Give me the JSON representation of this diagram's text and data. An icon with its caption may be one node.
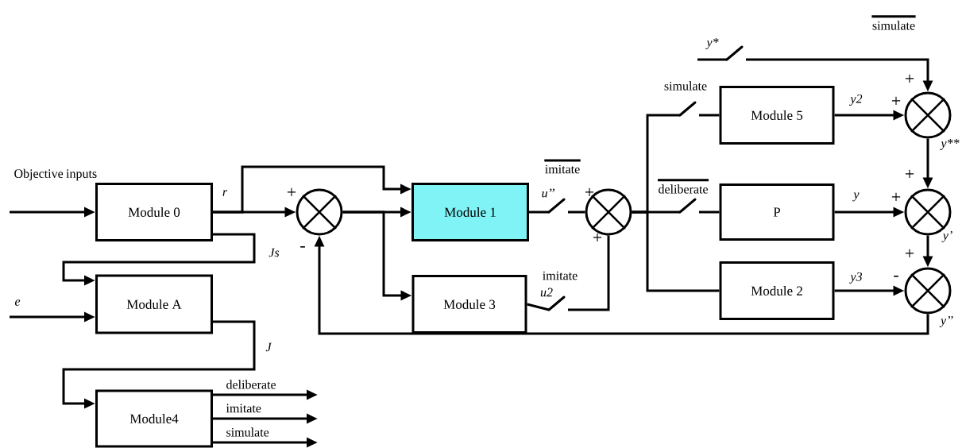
{
  "diagram": {
    "nodes": [
      {
        "text": [
          "Module 0"
        ]
      },
      {
        "text": [
          "Module A"
        ]
      },
      {
        "text": [
          "Module4"
        ]
      },
      {
        "text": [],
        "shape": "circle",
        "beside": [
          "+",
          "-"
        ]
      },
      {
        "text": [
          "Module 1"
        ]
      },
      {
        "text": [
          "Module 3"
        ]
      },
      {
        "text": [],
        "shape": "circle",
        "beside": [
          "+",
          "+"
        ]
      },
      {
        "text": [
          "Module 5"
        ]
      },
      {
        "text": [
          "P"
        ]
      },
      {
        "text": [
          "Module 2"
        ]
      },
      {
        "text": [],
        "shape": "circle",
        "beside": [
          "+",
          "+"
        ]
      },
      {
        "text": [],
        "shape": "circle",
        "beside": [
          "+",
          "+"
        ]
      },
      {
        "text": [],
        "shape": "circle",
        "beside": [
          "+",
          "-"
        ]
      },
      {
        "text": [],
        "shape": "switch",
        "beside": [
          "imitate"
        ]
      },
      {
        "text": [],
        "shape": "switch",
        "beside": [
          "imitate"
        ]
      },
      {
        "text": [],
        "shape": "switch",
        "beside": [
          "simulate"
        ]
      },
      {
        "text": [],
        "shape": "switch",
        "beside": [
          "deliberate"
        ]
      },
      {
        "text": [],
        "shape": "switch"
      }
    ],
    "edges": [
      {
        "from": null,
        "to": 0,
        "arrow": "to",
        "label": "Objective inputs"
      },
      {
        "from": 0,
        "to": 3,
        "arrow": "to",
        "label": "r"
      },
      {
        "from": 0,
        "to": 4,
        "arrow": "to"
      },
      {
        "from": 0,
        "to": 1,
        "arrow": "to",
        "label": "Js"
      },
      {
        "from": null,
        "to": 1,
        "arrow": "to",
        "label": "e"
      },
      {
        "from": 1,
        "to": 2,
        "arrow": "to",
        "label": "J"
      },
      {
        "from": 2,
        "to": null,
        "arrow": "to",
        "label": "deliberate"
      },
      {
        "from": 2,
        "to": null,
        "arrow": "to",
        "label": "imitate"
      },
      {
        "from": 2,
        "to": null,
        "arrow": "to",
        "label": "simulate"
      },
      {
        "from": 3,
        "to": 4,
        "arrow": "to"
      },
      {
        "from": 3,
        "to": 5,
        "arrow": "to"
      },
      {
        "from": 4,
        "to": 13,
        "arrow": "none",
        "label": "u’’"
      },
      {
        "from": 13,
        "to": 6,
        "arrow": "none"
      },
      {
        "from": 5,
        "to": 14,
        "arrow": "none",
        "label": "u2"
      },
      {
        "from": 14,
        "to": 6,
        "arrow": "none"
      },
      {
        "from": 6,
        "to": 15,
        "arrow": "none"
      },
      {
        "from": 15,
        "to": 7,
        "arrow": "none"
      },
      {
        "from": 6,
        "to": 16,
        "arrow": "none"
      },
      {
        "from": 16,
        "to": 8,
        "arrow": "none"
      },
      {
        "from": 6,
        "to": 9,
        "arrow": "none"
      },
      {
        "from": 7,
        "to": 10,
        "arrow": "to",
        "label": "y2"
      },
      {
        "from": 8,
        "to": 11,
        "arrow": "to",
        "label": "y"
      },
      {
        "from": 9,
        "to": 12,
        "arrow": "to",
        "label": "y3"
      },
      {
        "from": null,
        "to": 17,
        "arrow": "none",
        "label": "y*"
      },
      {
        "from": 17,
        "to": 10,
        "arrow": "to"
      },
      {
        "from": 10,
        "to": 11,
        "arrow": "to",
        "label": "y**"
      },
      {
        "from": 11,
        "to": 12,
        "arrow": "to",
        "label": "y’"
      },
      {
        "from": 12,
        "to": 3,
        "arrow": "to",
        "label": "y’’"
      }
    ],
    "labels": [
      "simulate"
    ]
  }
}
